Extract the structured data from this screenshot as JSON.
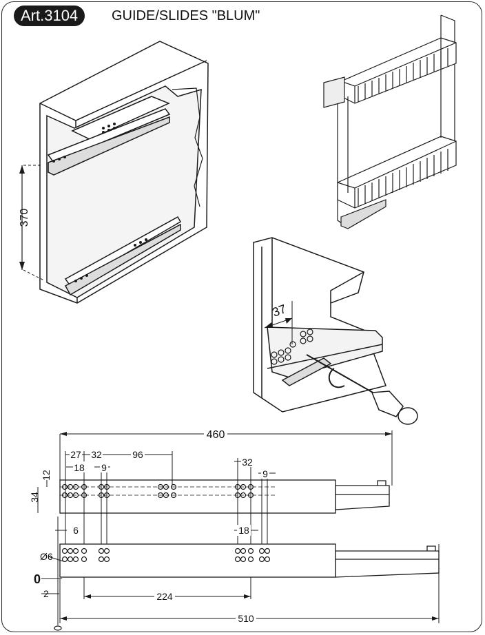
{
  "header": {
    "article_code": "Art.3104",
    "title": "GUIDE/SLIDES \"BLUM\""
  },
  "cabinet_view": {
    "height_dimension": "370"
  },
  "detail_view": {
    "offset_dimension": "37"
  },
  "drawing": {
    "top_rail": {
      "overall": "460",
      "spacings": [
        "27",
        "32",
        "96",
        "18",
        "9",
        "32",
        "9"
      ],
      "vertical": [
        "12",
        "34"
      ],
      "bottom": [
        "6",
        "18"
      ]
    },
    "bottom_rail": {
      "hole_dia": "Ø6",
      "origin": "0",
      "edge": "2",
      "span": "224",
      "overall": "510"
    }
  },
  "colors": {
    "line": "#1a1a1a",
    "badge": "#1a1a1a",
    "background": "#ffffff"
  }
}
